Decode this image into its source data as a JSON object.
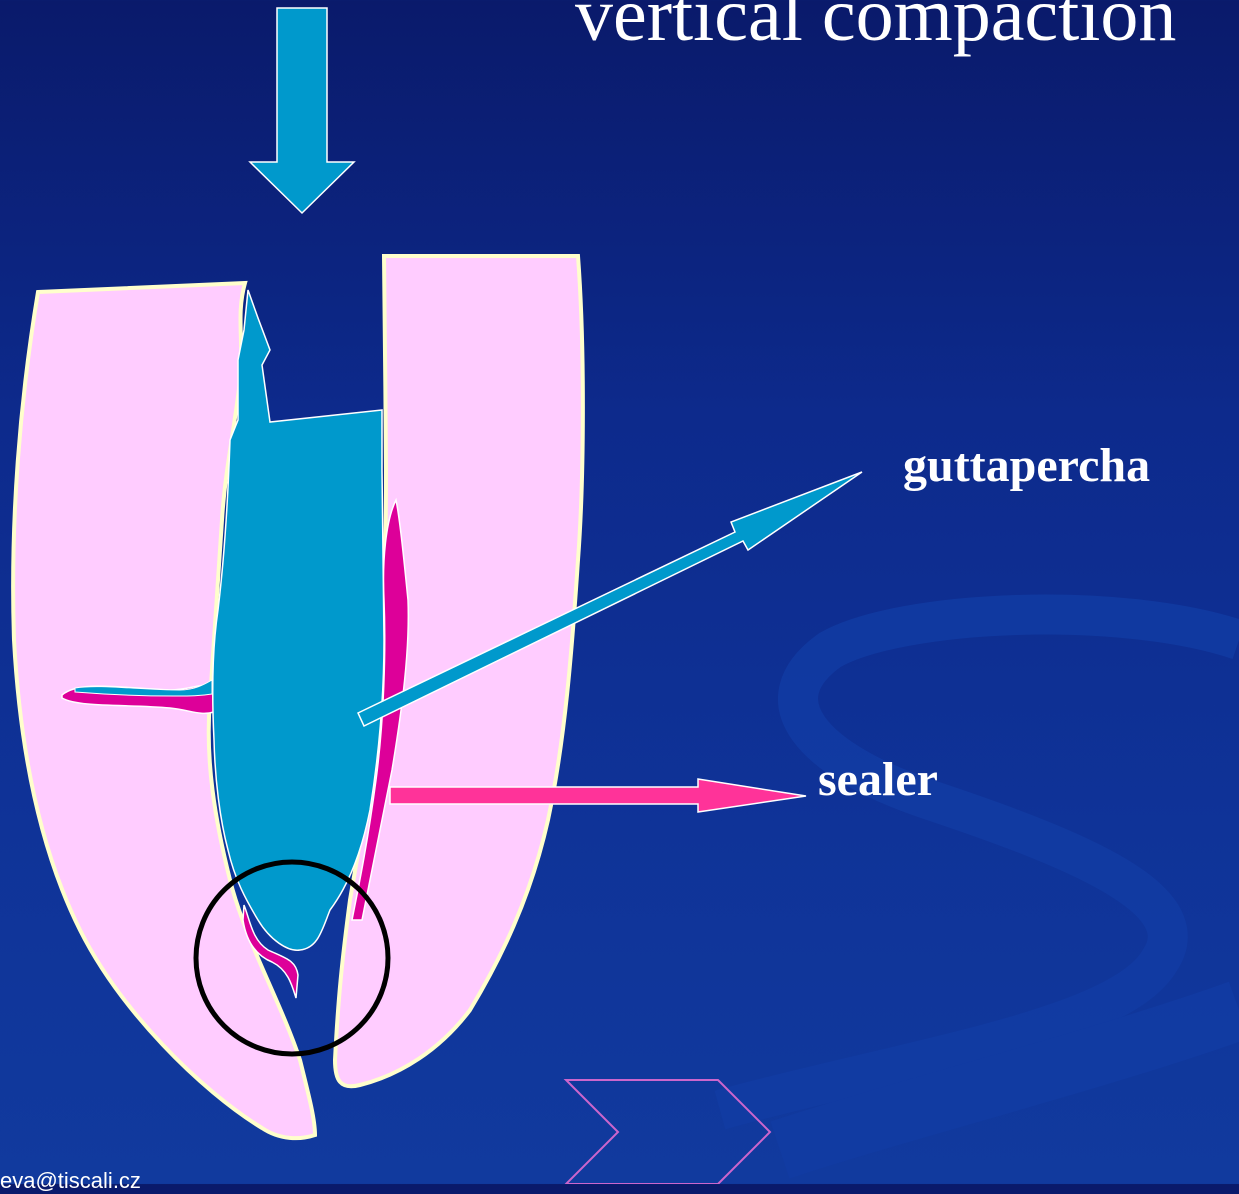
{
  "slide": {
    "title": "vertical compaction",
    "labels": {
      "guttapercha": "guttapercha",
      "sealer": "sealer"
    },
    "footer_email": "eva@tiscali.cz",
    "colors": {
      "background": "#0d2a8c",
      "tooth": "#ffccff",
      "tooth_outline": "#ffffcc",
      "guttapercha": "#0099cc",
      "sealer": "#dd0099",
      "sealer_arrow": "#ff3399",
      "circle": "#000000",
      "next_arrow_outline": "#cc66cc"
    },
    "icons": {
      "compaction_arrow": "down-arrow-icon",
      "next": "chevron-right-icon"
    }
  }
}
